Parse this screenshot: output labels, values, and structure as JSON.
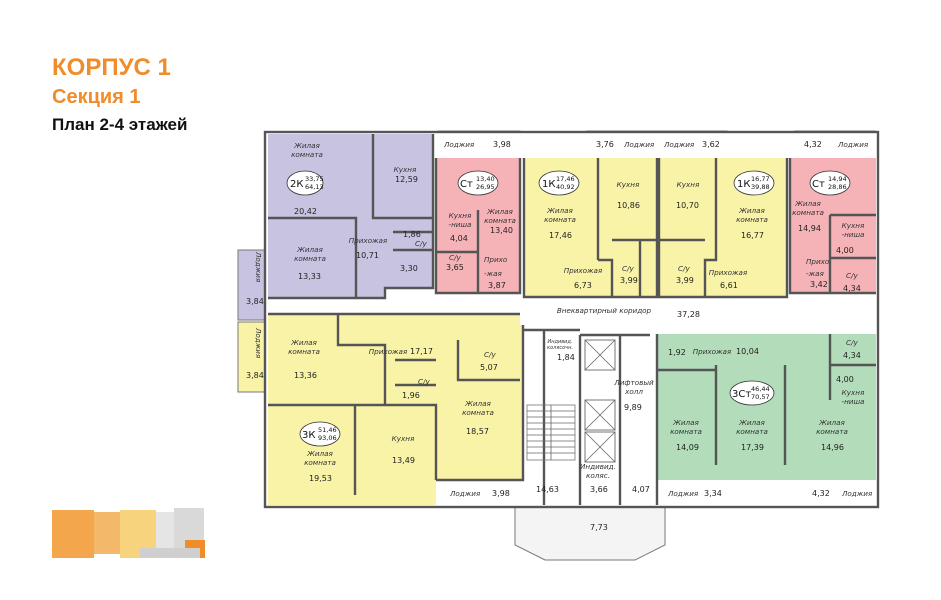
{
  "header": {
    "building": "КОРПУС 1",
    "section": "Секция 1",
    "plan": "План 2-4 этажей"
  },
  "colors": {
    "purple": "#c9c3e2",
    "pink": "#f5b3b8",
    "yellow": "#f8f3a7",
    "green": "#b3dcbb",
    "corridor": "#ffffff",
    "balcony": "#f4f4f4",
    "accent": "#f08c2a"
  },
  "apartments": [
    {
      "id": "2k",
      "code": "2К",
      "living": "33,75",
      "total": "64,13"
    },
    {
      "id": "st1",
      "code": "Ст",
      "living": "13,40",
      "total": "26,95"
    },
    {
      "id": "1k1",
      "code": "1К",
      "living": "17,46",
      "total": "40,92"
    },
    {
      "id": "1k2",
      "code": "1К",
      "living": "16,77",
      "total": "39,88"
    },
    {
      "id": "st2",
      "code": "Ст",
      "living": "14,94",
      "total": "28,86"
    },
    {
      "id": "3k",
      "code": "3К",
      "living": "51,46",
      "total": "93,06"
    },
    {
      "id": "3st",
      "code": "3Ст",
      "living": "46,44",
      "total": "70,57"
    }
  ],
  "labels": {
    "zhk": "Жилая комната",
    "zh1": "Жилая",
    "k2": "комната",
    "kitchen": "Кухня",
    "hall": "Прихожая",
    "su": "С/у",
    "kn1": "Кухня",
    "kn2": "-ниша",
    "pr1": "Прихо",
    "pr2": "-жая",
    "loggia": "Лоджия",
    "corridor": "Внеквартирный коридор",
    "lh1": "Лифтовый",
    "lh2": "холл",
    "ik1": "Индивид.",
    "ik2": "колясочн.",
    "ik3": "коляс."
  },
  "areas": {
    "a2042": "20,42",
    "a1259": "12,59",
    "a1333": "13,33",
    "a1071": "10,71",
    "a186": "1,86",
    "a330": "3,30",
    "a404": "4,04",
    "a1340": "13,40",
    "a365": "3,65",
    "a387": "3,87",
    "a1746": "17,46",
    "a1086": "10,86",
    "a1070": "10,70",
    "a1677": "16,77",
    "a673": "6,73",
    "a399a": "3,99",
    "a399b": "3,99",
    "a661": "6,61",
    "a1494": "14,94",
    "a400a": "4,00",
    "a342": "3,42",
    "a434a": "4,34",
    "a3728": "37,28",
    "a1336": "13,36",
    "a1717": "17,17",
    "a507": "5,07",
    "a196": "1,96",
    "a1857": "18,57",
    "a1349": "13,49",
    "a1953": "19,53",
    "a184": "1,84",
    "a989": "9,89",
    "a1463": "14,63",
    "a366": "3,66",
    "a407": "4,07",
    "a773": "7,73",
    "a192": "1,92",
    "a1004": "10,04",
    "a434b": "4,34",
    "a400b": "4,00",
    "a1409": "14,09",
    "a1739": "17,39",
    "a1496": "14,96",
    "l398a": "3,98",
    "l376": "3,76",
    "l362": "3,62",
    "l432a": "4,32",
    "l384a": "3,84",
    "l384b": "3,84",
    "l398b": "3,98",
    "l334": "3,34",
    "l432b": "4,32"
  }
}
